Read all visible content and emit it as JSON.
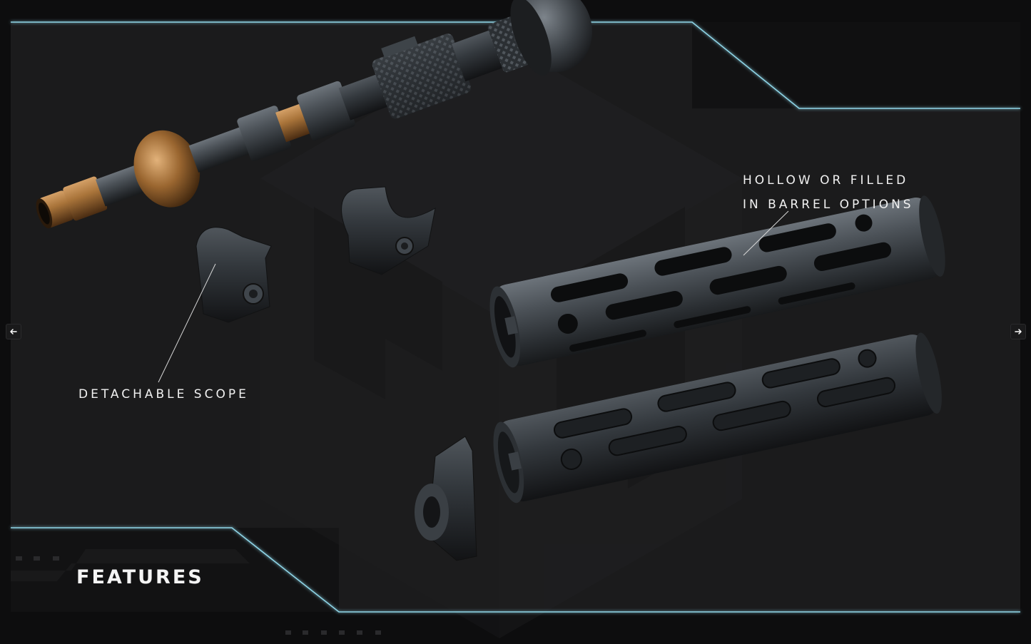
{
  "slide": {
    "title": "FEATURES",
    "callouts": {
      "scope": "DETACHABLE SCOPE",
      "barrel_line1": "HOLLOW OR FILLED",
      "barrel_line2": "IN BARREL OPTIONS"
    }
  },
  "navigation": {
    "prev_icon": "arrow-left-icon",
    "next_icon": "arrow-right-icon"
  },
  "colors": {
    "background": "#1b1b1c",
    "frame_glow": "#8fd6e8",
    "text": "#f1f1f1",
    "brass": "#b07a3a",
    "steel": "#4a4f55"
  }
}
